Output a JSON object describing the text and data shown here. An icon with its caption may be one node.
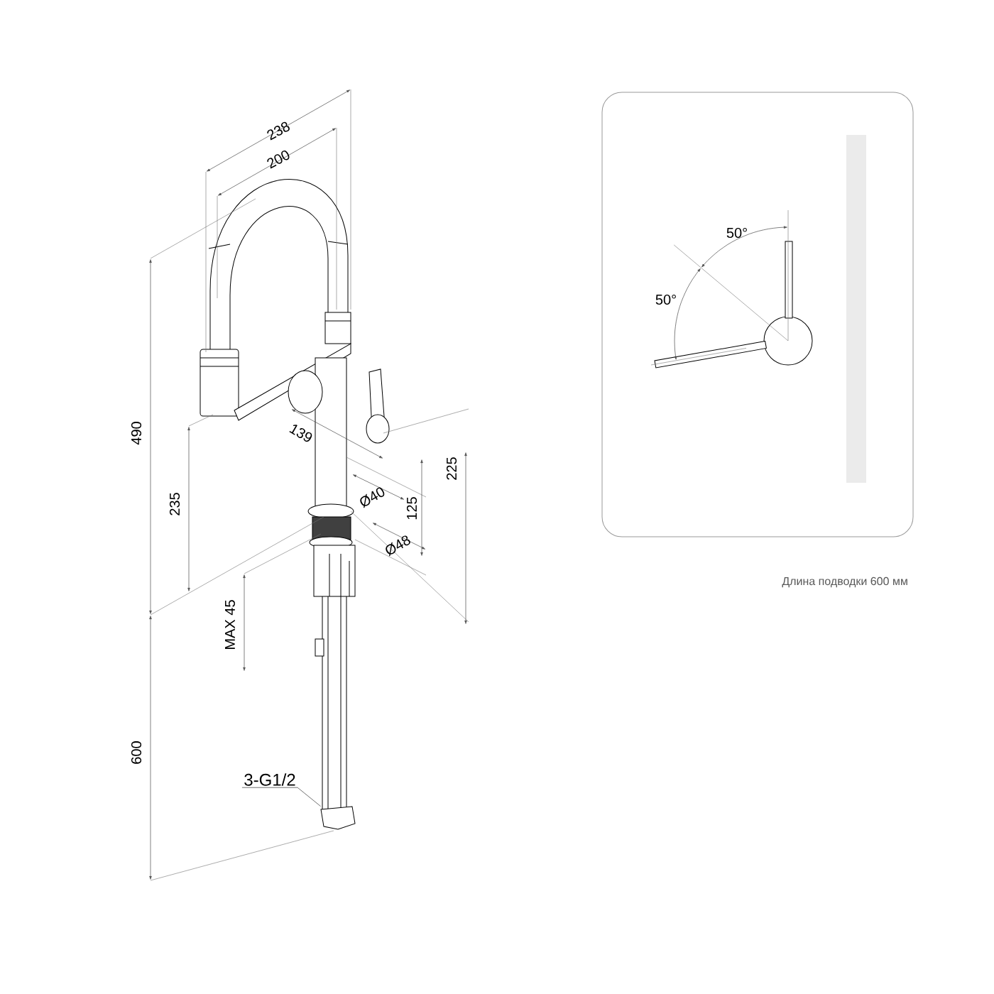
{
  "diagram": {
    "caption": "Длина подводки 600 мм",
    "nodes": [
      {
        "text": [
          "3-G1/2"
        ]
      },
      {
        "text": [],
        "shape": "picture"
      }
    ],
    "edges": [
      {
        "from": 0,
        "to": 1,
        "arrow": "none"
      }
    ],
    "labels": [
      "238",
      "200",
      "490",
      "139",
      "235",
      "Ø40",
      "125",
      "225",
      "Ø48",
      "MAX 45",
      "600",
      "50°",
      "50°"
    ]
  }
}
